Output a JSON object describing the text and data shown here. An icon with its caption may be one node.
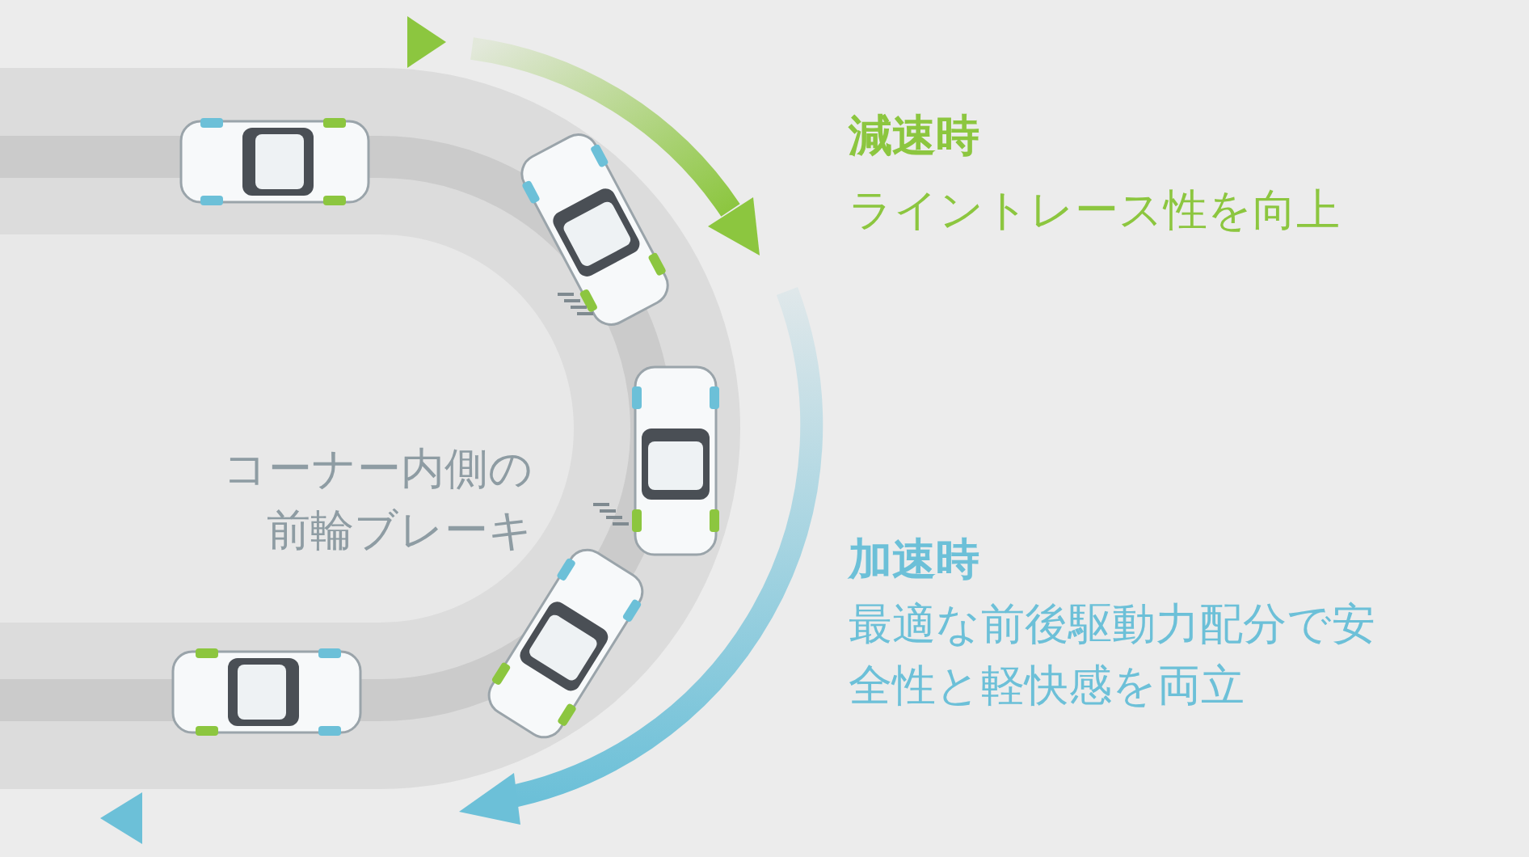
{
  "diagram": {
    "labels": [
      "減速時",
      "ライントレース性を向上",
      "コーナー内側の前輪ブレーキ",
      "加速時",
      "最適な前後駆動力配分で安全性と軽快感を両立"
    ]
  }
}
